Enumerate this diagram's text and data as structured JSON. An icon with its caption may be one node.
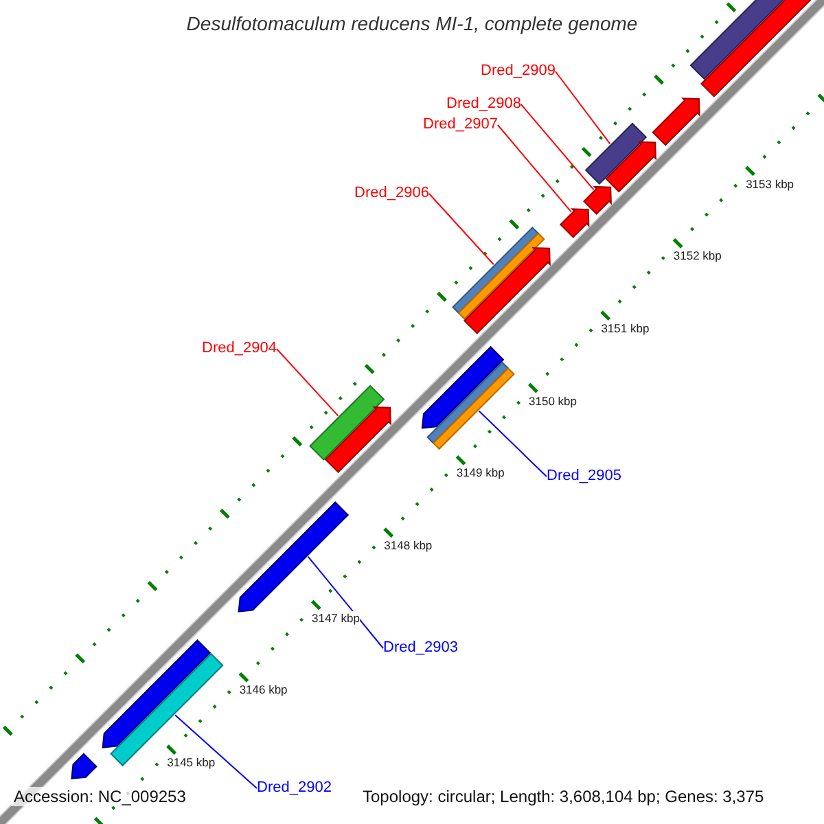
{
  "diagram": {
    "title": "Desulfotomaculum reducens MI-1, complete genome",
    "nodes": [
      {
        "text": [
          "Dred_2909"
        ]
      },
      {
        "text": [],
        "shape": "bar"
      },
      {
        "text": [
          "Dred_2908"
        ]
      },
      {
        "text": [],
        "shape": "bar"
      },
      {
        "text": [
          "Dred_2907"
        ]
      },
      {
        "text": [],
        "shape": "bar"
      },
      {
        "text": [
          "Dred_2906"
        ]
      },
      {
        "text": [],
        "shape": "bar"
      },
      {
        "text": [
          "Dred_2904"
        ]
      },
      {
        "text": [],
        "shape": "bar"
      },
      {
        "text": [
          "Dred_2905"
        ]
      },
      {
        "text": [],
        "shape": "bar"
      },
      {
        "text": [
          "Dred_2903"
        ]
      },
      {
        "text": [],
        "shape": "bar"
      },
      {
        "text": [
          "Dred_2902"
        ]
      },
      {
        "text": [],
        "shape": "bar"
      },
      {
        "text": [],
        "shape": "bar"
      },
      {
        "text": [],
        "shape": "bar"
      },
      {
        "text": [],
        "shape": "bar"
      }
    ],
    "edges": [
      {
        "from": 0,
        "to": 1,
        "arrow": "none"
      },
      {
        "from": 2,
        "to": 3,
        "arrow": "none"
      },
      {
        "from": 4,
        "to": 5,
        "arrow": "none"
      },
      {
        "from": 6,
        "to": 7,
        "arrow": "none"
      },
      {
        "from": 8,
        "to": 9,
        "arrow": "none"
      },
      {
        "from": 10,
        "to": 11,
        "arrow": "none",
        "color": "#0000ff"
      },
      {
        "from": 12,
        "to": 13,
        "arrow": "none",
        "color": "#0000ff"
      },
      {
        "from": 14,
        "to": 15,
        "arrow": "none",
        "color": "#0000ff"
      }
    ],
    "labels": [
      "3153 kbp",
      "3152 kbp",
      "3151 kbp",
      "3150 kbp",
      "3149 kbp",
      "3148 kbp",
      "3147 kbp",
      "3146 kbp",
      "3145 kbp",
      "Accession: NC_009253",
      "Topology: circular; Length: 3,608,104 bp; Genes: 3,375"
    ]
  }
}
